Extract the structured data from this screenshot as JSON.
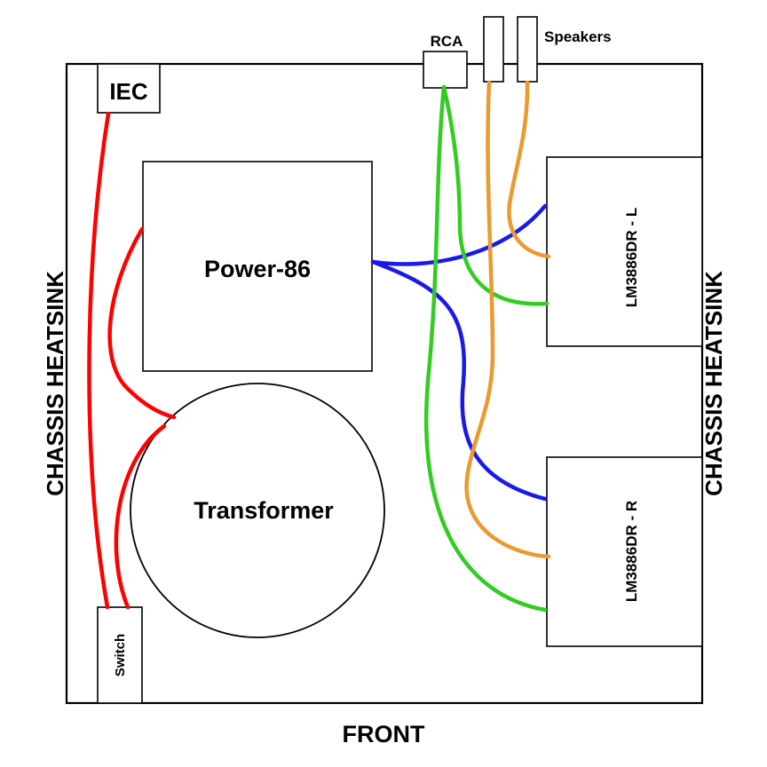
{
  "labels": {
    "iec": "IEC",
    "rca": "RCA",
    "speakers": "Speakers",
    "power_supply": "Power-86",
    "transformer": "Transformer",
    "amp_left": "LM3886DR - L",
    "amp_right": "LM3886DR - R",
    "switch": "Switch",
    "heatsink_left": "CHASSIS HEATSINK",
    "heatsink_right": "CHASSIS HEATSINK",
    "front": "FRONT"
  },
  "wire_colors": {
    "mains": "#ff0000",
    "power_dc": "#1a1ae6",
    "signal": "#33cc22",
    "speaker": "#ea9a30"
  }
}
